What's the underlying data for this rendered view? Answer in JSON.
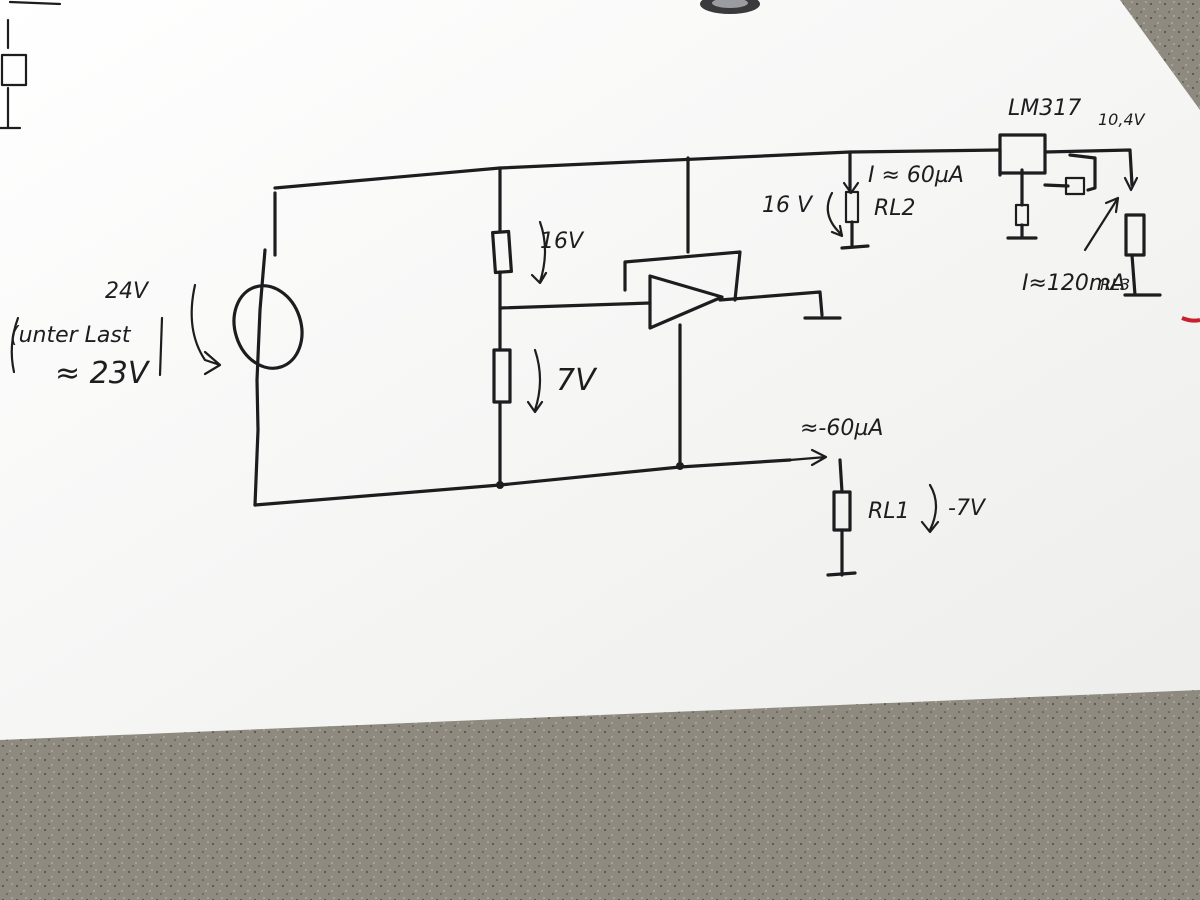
{
  "diagram": {
    "source_voltage": "24V",
    "source_note": "(unter Last",
    "source_note_2": "≈ 23V",
    "divider_upper_voltage": "16V",
    "divider_lower_voltage": "7V",
    "load2_voltage": "16 V",
    "load2_current": "I ≈ 60µA",
    "load2_name": "RL2",
    "regulator_name": "LM317",
    "regulator_output_voltage": "10,4V",
    "load3_current": "I≈120mA",
    "load3_name": "RL3",
    "output_current": "≈-60µA",
    "load1_name": "RL1",
    "load1_voltage": "-7V"
  },
  "colors": {
    "ink": "#1d1d1f",
    "paper": "#f8f8f6",
    "table": "#8f8a80",
    "wire_red": "#c8202a"
  }
}
